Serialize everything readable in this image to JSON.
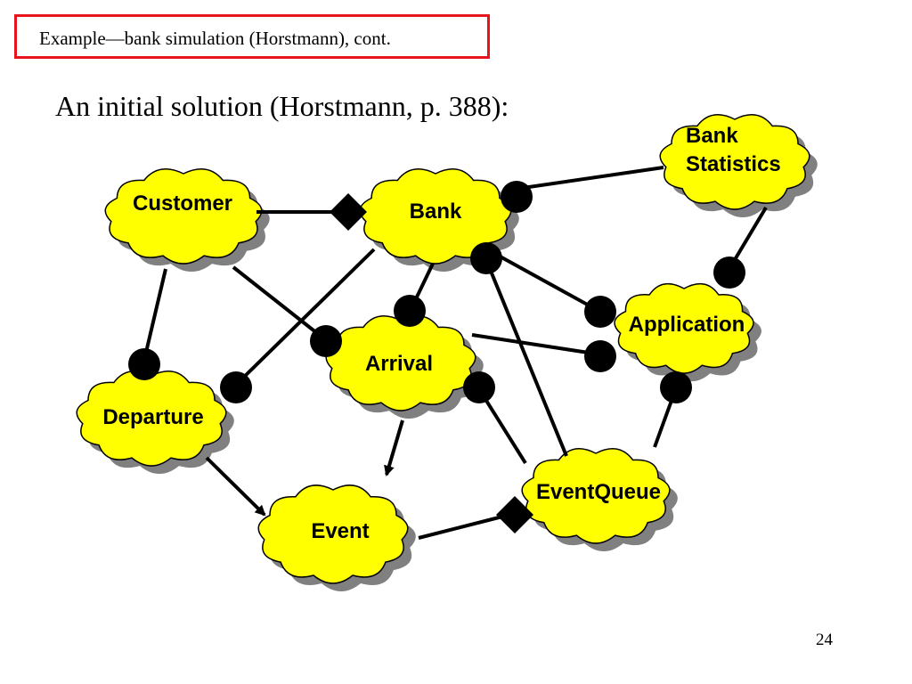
{
  "slide": {
    "title": "Example—bank simulation (Horstmann), cont.",
    "subtitle": "An initial solution (Horstmann, p. 388):",
    "page_number": "24"
  },
  "colors": {
    "title_border": "#e8141c",
    "cloud_fill": "#ffff00",
    "cloud_shadow": "#808080",
    "line": "#000000"
  },
  "diagram": {
    "nodes": [
      {
        "id": "customer",
        "label_lines": [
          "Customer"
        ]
      },
      {
        "id": "bank",
        "label_lines": [
          "Bank"
        ]
      },
      {
        "id": "bank_statistics",
        "label_lines": [
          "Bank",
          "Statistics"
        ]
      },
      {
        "id": "application",
        "label_lines": [
          "Application"
        ]
      },
      {
        "id": "arrival",
        "label_lines": [
          "Arrival"
        ]
      },
      {
        "id": "departure",
        "label_lines": [
          "Departure"
        ]
      },
      {
        "id": "event",
        "label_lines": [
          "Event"
        ]
      },
      {
        "id": "eventqueue",
        "label_lines": [
          "EventQueue"
        ]
      }
    ],
    "edges": [
      {
        "from": "customer",
        "to": "bank",
        "end": "diamond"
      },
      {
        "from": "bank_statistics",
        "to": "bank",
        "end": "dot"
      },
      {
        "from": "bank_statistics",
        "to": "application",
        "end": "dot"
      },
      {
        "from": "customer",
        "to": "departure",
        "end": "dot"
      },
      {
        "from": "customer",
        "to": "arrival",
        "end": "dot"
      },
      {
        "from": "bank",
        "to": "departure",
        "end": "dot"
      },
      {
        "from": "bank",
        "to": "arrival",
        "end": "dot"
      },
      {
        "from": "eventqueue",
        "to": "bank",
        "end": "dot"
      },
      {
        "from": "application",
        "to": "bank",
        "end": "dot"
      },
      {
        "from": "arrival",
        "to": "application",
        "end": "dot"
      },
      {
        "from": "eventqueue",
        "to": "arrival",
        "end": "dot"
      },
      {
        "from": "eventqueue",
        "to": "application",
        "end": "dot"
      },
      {
        "from": "departure",
        "to": "event",
        "end": "arrow"
      },
      {
        "from": "arrival",
        "to": "event",
        "end": "arrow"
      },
      {
        "from": "event",
        "to": "eventqueue",
        "end": "diamond"
      }
    ]
  }
}
